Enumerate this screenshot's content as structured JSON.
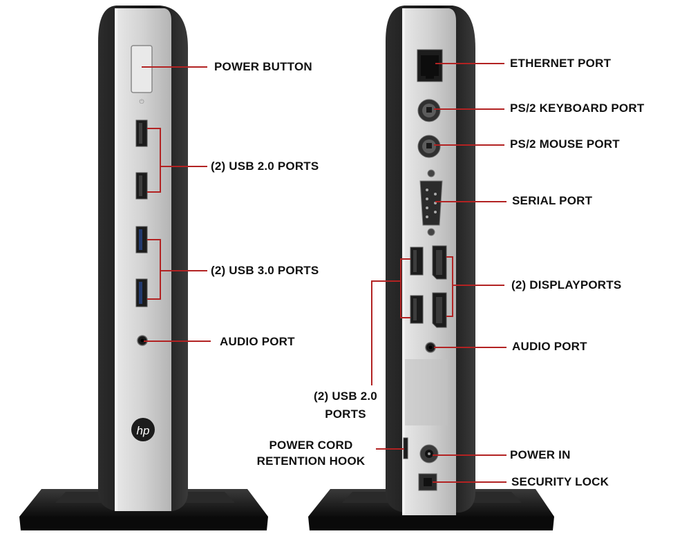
{
  "colors": {
    "leader_line": "#b22222",
    "label_text": "#111111",
    "device_body": "#1a1a1a",
    "device_panel": "#c9c9c9",
    "stand": "#141414"
  },
  "front_view": {
    "brand": "hp",
    "callouts": [
      {
        "id": "power-button",
        "text": "POWER BUTTON"
      },
      {
        "id": "usb2-front",
        "text": "(2) USB 2.0 PORTS"
      },
      {
        "id": "usb3-front",
        "text": "(2) USB 3.0 PORTS"
      },
      {
        "id": "audio-front",
        "text": "AUDIO PORT"
      }
    ]
  },
  "rear_view": {
    "callouts": [
      {
        "id": "ethernet",
        "text": "ETHERNET PORT"
      },
      {
        "id": "ps2-keyboard",
        "text": "PS/2 KEYBOARD PORT"
      },
      {
        "id": "ps2-mouse",
        "text": "PS/2 MOUSE PORT"
      },
      {
        "id": "serial",
        "text": "SERIAL PORT"
      },
      {
        "id": "displayports",
        "text": "(2) DISPLAYPORTS"
      },
      {
        "id": "audio-rear",
        "text": "AUDIO PORT"
      },
      {
        "id": "usb2-rear",
        "text": "(2) USB 2.0\nPORTS"
      },
      {
        "id": "retention-hook",
        "text": "POWER CORD\nRETENTION HOOK"
      },
      {
        "id": "power-in",
        "text": "POWER IN"
      },
      {
        "id": "security-lock",
        "text": "SECURITY LOCK"
      }
    ]
  }
}
